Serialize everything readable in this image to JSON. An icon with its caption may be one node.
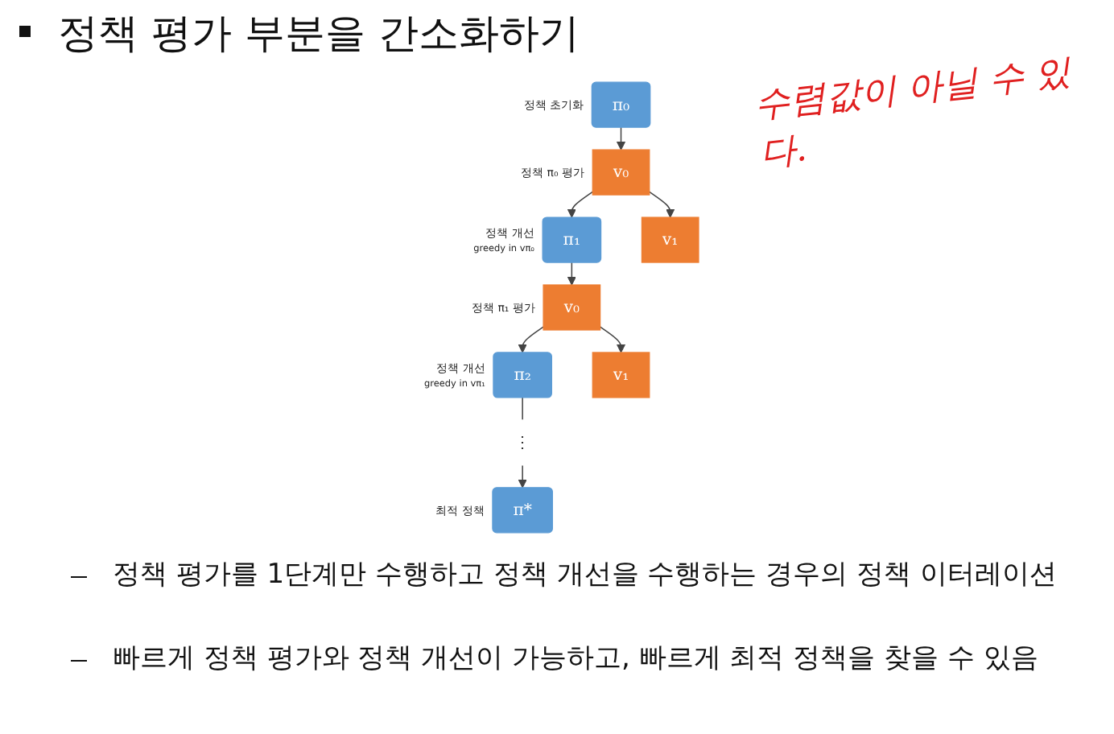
{
  "diagram": {
    "title": "정책 평가 부분을 간소화하기",
    "nodes": [
      {
        "text": [
          "π₀"
        ],
        "beside": [
          "정책 초기화"
        ]
      },
      {
        "text": [
          "v₀"
        ],
        "beside": [
          "정책 π₀ 평가"
        ]
      },
      {
        "text": [
          "v₁"
        ]
      },
      {
        "text": [
          "π₁"
        ],
        "beside": [
          "정책 개선",
          "greedy in vπ₀"
        ]
      },
      {
        "text": [
          "v₀"
        ],
        "beside": [
          "정책 π₁ 평가"
        ]
      },
      {
        "text": [
          "v₁"
        ]
      },
      {
        "text": [
          "π₂"
        ],
        "beside": [
          "정책 개선",
          "greedy in vπ₁"
        ]
      },
      {
        "text": [
          "⋮"
        ]
      },
      {
        "text": [
          "π*"
        ],
        "beside": [
          "최적 정책"
        ]
      }
    ],
    "edges": [
      {
        "from": 0,
        "to": 1,
        "arrow": "to"
      },
      {
        "from": 1,
        "to": 2,
        "arrow": "to"
      },
      {
        "from": 1,
        "to": 3,
        "arrow": "to"
      },
      {
        "from": 3,
        "to": 4,
        "arrow": "to"
      },
      {
        "from": 4,
        "to": 5,
        "arrow": "to"
      },
      {
        "from": 4,
        "to": 6,
        "arrow": "to"
      },
      {
        "from": 6,
        "to": 7,
        "arrow": "none"
      },
      {
        "from": 7,
        "to": 8,
        "arrow": "to"
      }
    ],
    "labels": [
      "정책 평가를 1단계만 수행하고 정책 개선을 수행하는 경우의 정책 이터레이션",
      "빠르게 정책 평가와 정책 개선이 가능하고, 빠르게 최적 정책을 찾을 수 있음",
      "수렴값이 아닐 수 있다."
    ]
  }
}
